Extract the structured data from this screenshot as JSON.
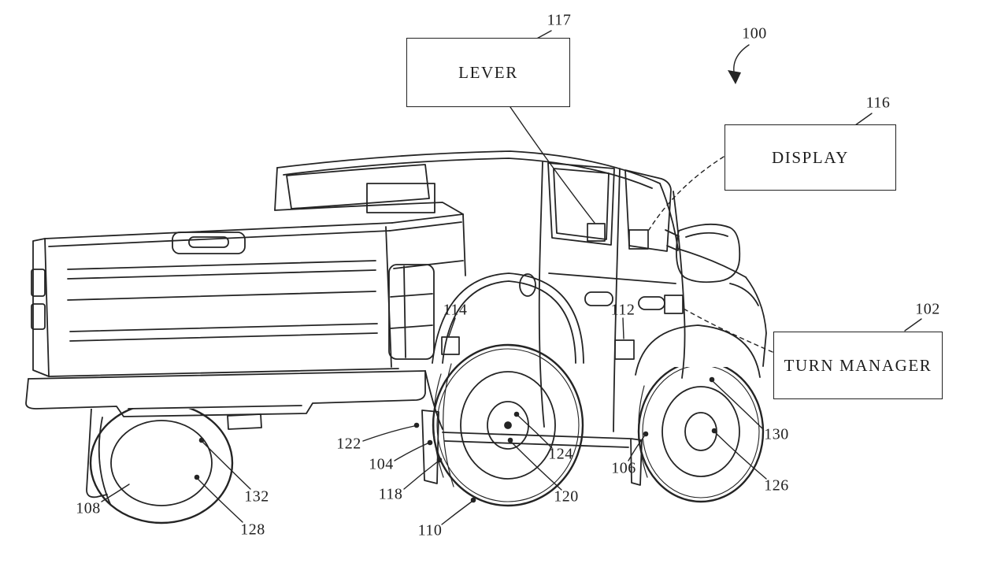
{
  "figure": {
    "boxes": {
      "lever": {
        "ref": "117",
        "label": "LEVER"
      },
      "display": {
        "ref": "116",
        "label": "DISPLAY"
      },
      "turn_manager": {
        "ref": "102",
        "label": "TURN MANAGER"
      }
    },
    "refs": {
      "r100": "100",
      "r117": "117",
      "r116": "116",
      "r102": "102",
      "r114": "114",
      "r112": "112",
      "r122": "122",
      "r104": "104",
      "r118": "118",
      "r110": "110",
      "r120": "120",
      "r124": "124",
      "r106": "106",
      "r126": "126",
      "r130": "130",
      "r132": "132",
      "r128": "128",
      "r108": "108"
    },
    "colors": {
      "ink": "#232323",
      "background": "#ffffff"
    }
  }
}
